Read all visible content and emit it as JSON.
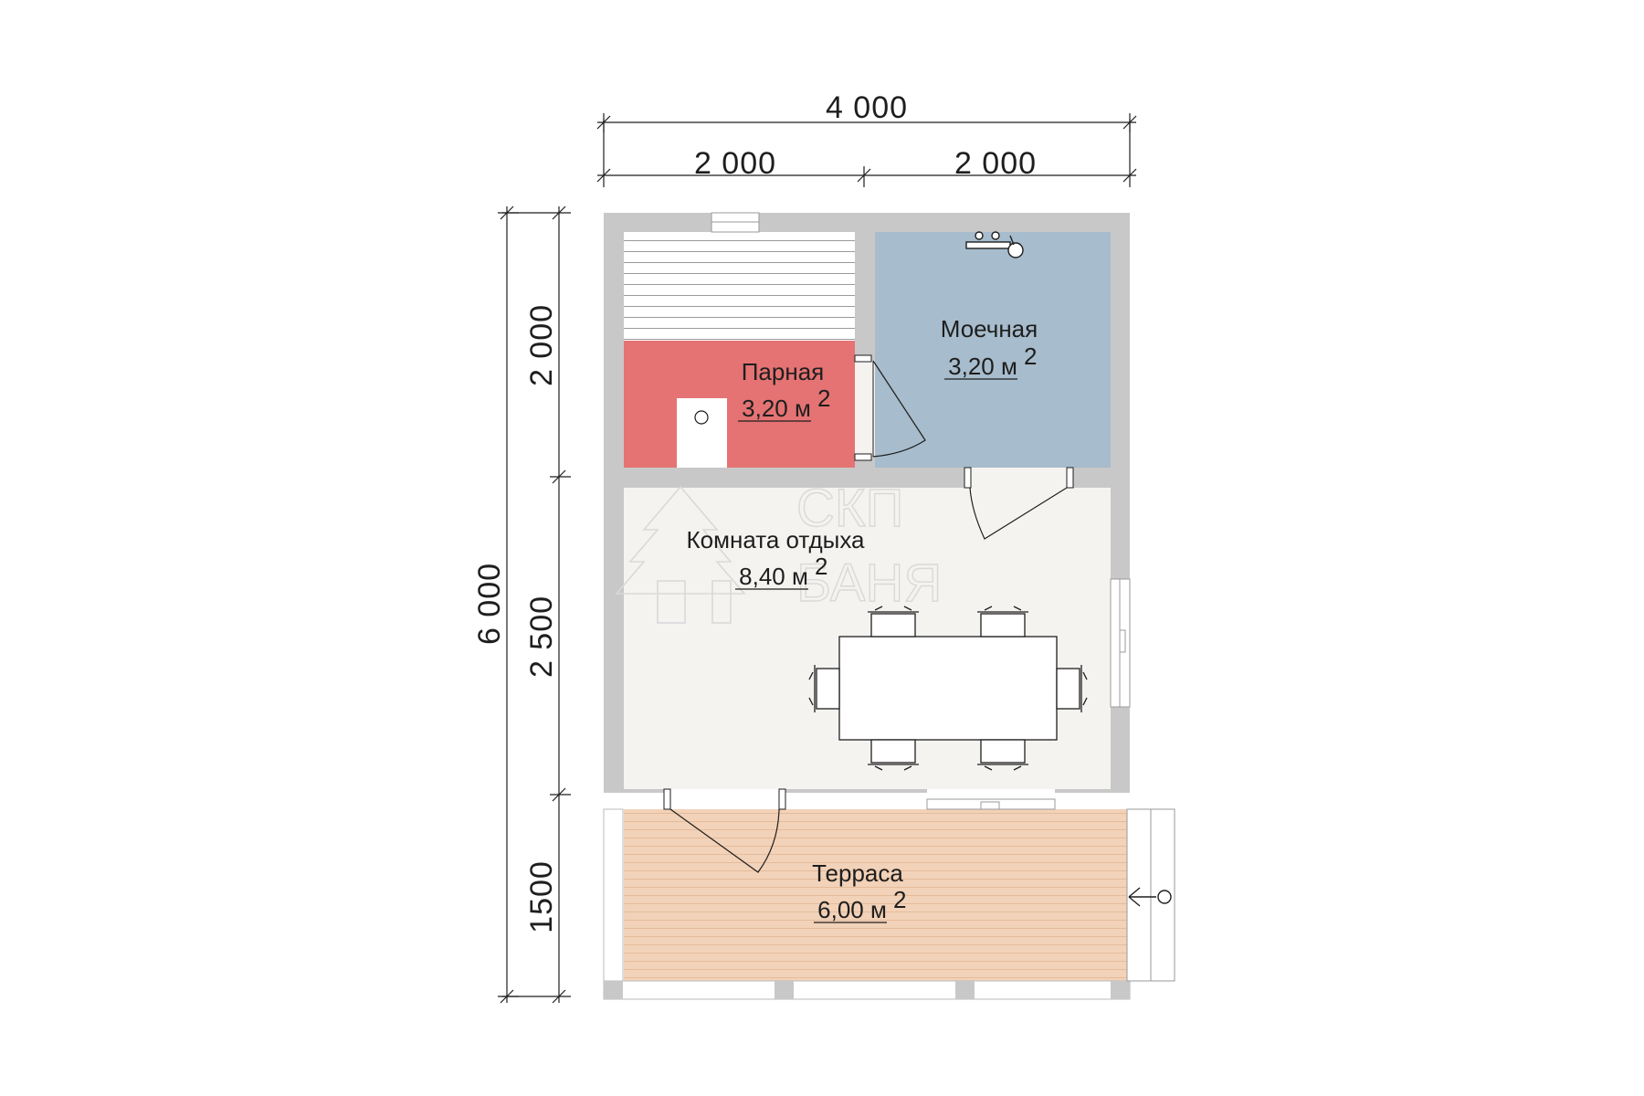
{
  "dimensions": {
    "top_total": "4 000",
    "top_left": "2 000",
    "top_right": "2 000",
    "left_total": "6 000",
    "left_upper": "2 000",
    "left_middle": "2 500",
    "left_lower": "1500"
  },
  "rooms": {
    "steam_room": {
      "name": "Парная",
      "area": "3,20 м",
      "unit_sup": "2"
    },
    "washing_room": {
      "name": "Моечная",
      "area": "3,20 м",
      "unit_sup": "2"
    },
    "rest_room": {
      "name": "Комната отдыха",
      "area": "8,40 м",
      "unit_sup": "2"
    },
    "terrace": {
      "name": "Терраса",
      "area": "6,00 м",
      "unit_sup": "2"
    }
  },
  "watermark": {
    "line1": "СКП",
    "line2": "БАНЯ"
  },
  "colors": {
    "wall": "#c8c8c8",
    "steam_room": "#e57373",
    "washing_room": "#a7bccc",
    "rest_room": "#f5f3f0",
    "terrace": "#f2d2b8",
    "bench": "#ffffff",
    "line": "#1e1e1e"
  }
}
